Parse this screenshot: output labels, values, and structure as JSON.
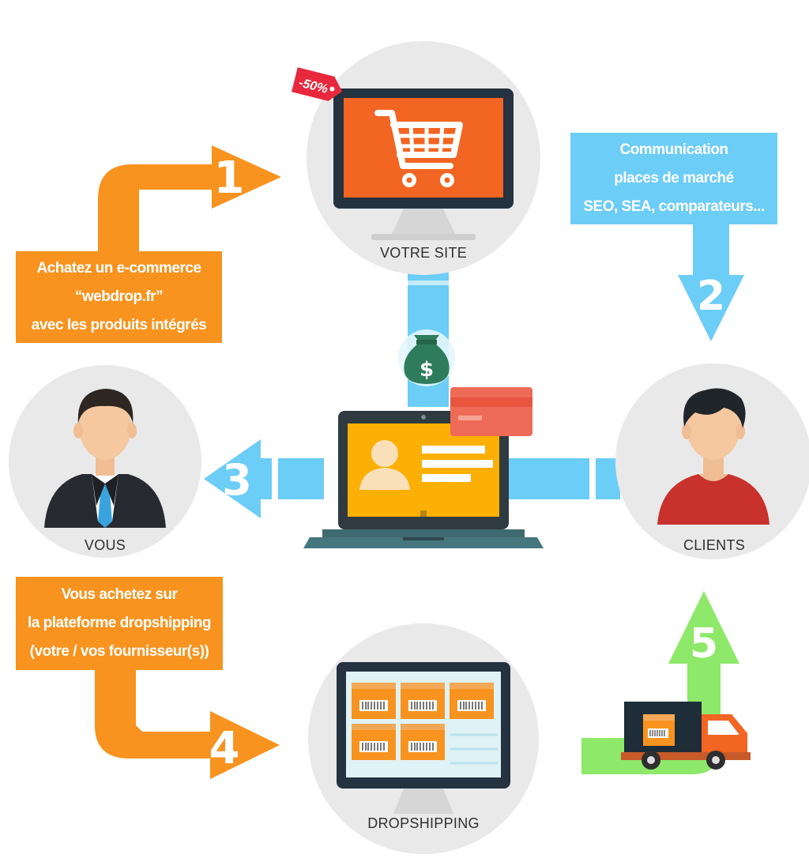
{
  "nodes": {
    "site": {
      "label": "VOTRE SITE"
    },
    "vous": {
      "label": "VOUS"
    },
    "clients": {
      "label": "CLIENTS"
    },
    "dropshipping": {
      "label": "DROPSHIPPING"
    }
  },
  "notes": {
    "buy_ecommerce": [
      "Achatez un e-commerce",
      "“webdrop.fr”",
      "avec les produits intégrés"
    ],
    "communication": [
      "Communication",
      "places de marché",
      "SEO, SEA, comparateurs..."
    ],
    "buy_platform": [
      "Vous achetez sur",
      "la plateforme dropshipping",
      "(votre / vos fournisseur(s))"
    ]
  },
  "badges": {
    "discount": "-50%",
    "currency": "$"
  },
  "steps": [
    "1",
    "2",
    "3",
    "4",
    "5"
  ],
  "colors": {
    "orange": "#f7931e",
    "blue": "#6ccdf6",
    "green": "#8ee86a",
    "circle": "#e9e9e9",
    "screen_orange": "#f26522",
    "dark_navy": "#25323f",
    "teal": "#3c6e71"
  },
  "icons": {
    "site": "shopping-cart-icon",
    "vous": "businessman-icon",
    "clients": "customer-icon",
    "dropshipping": "warehouse-boxes-icon",
    "center": "laptop-profile-icon",
    "payment": "money-bag-icon",
    "card": "credit-card-icon",
    "delivery": "delivery-truck-icon"
  }
}
